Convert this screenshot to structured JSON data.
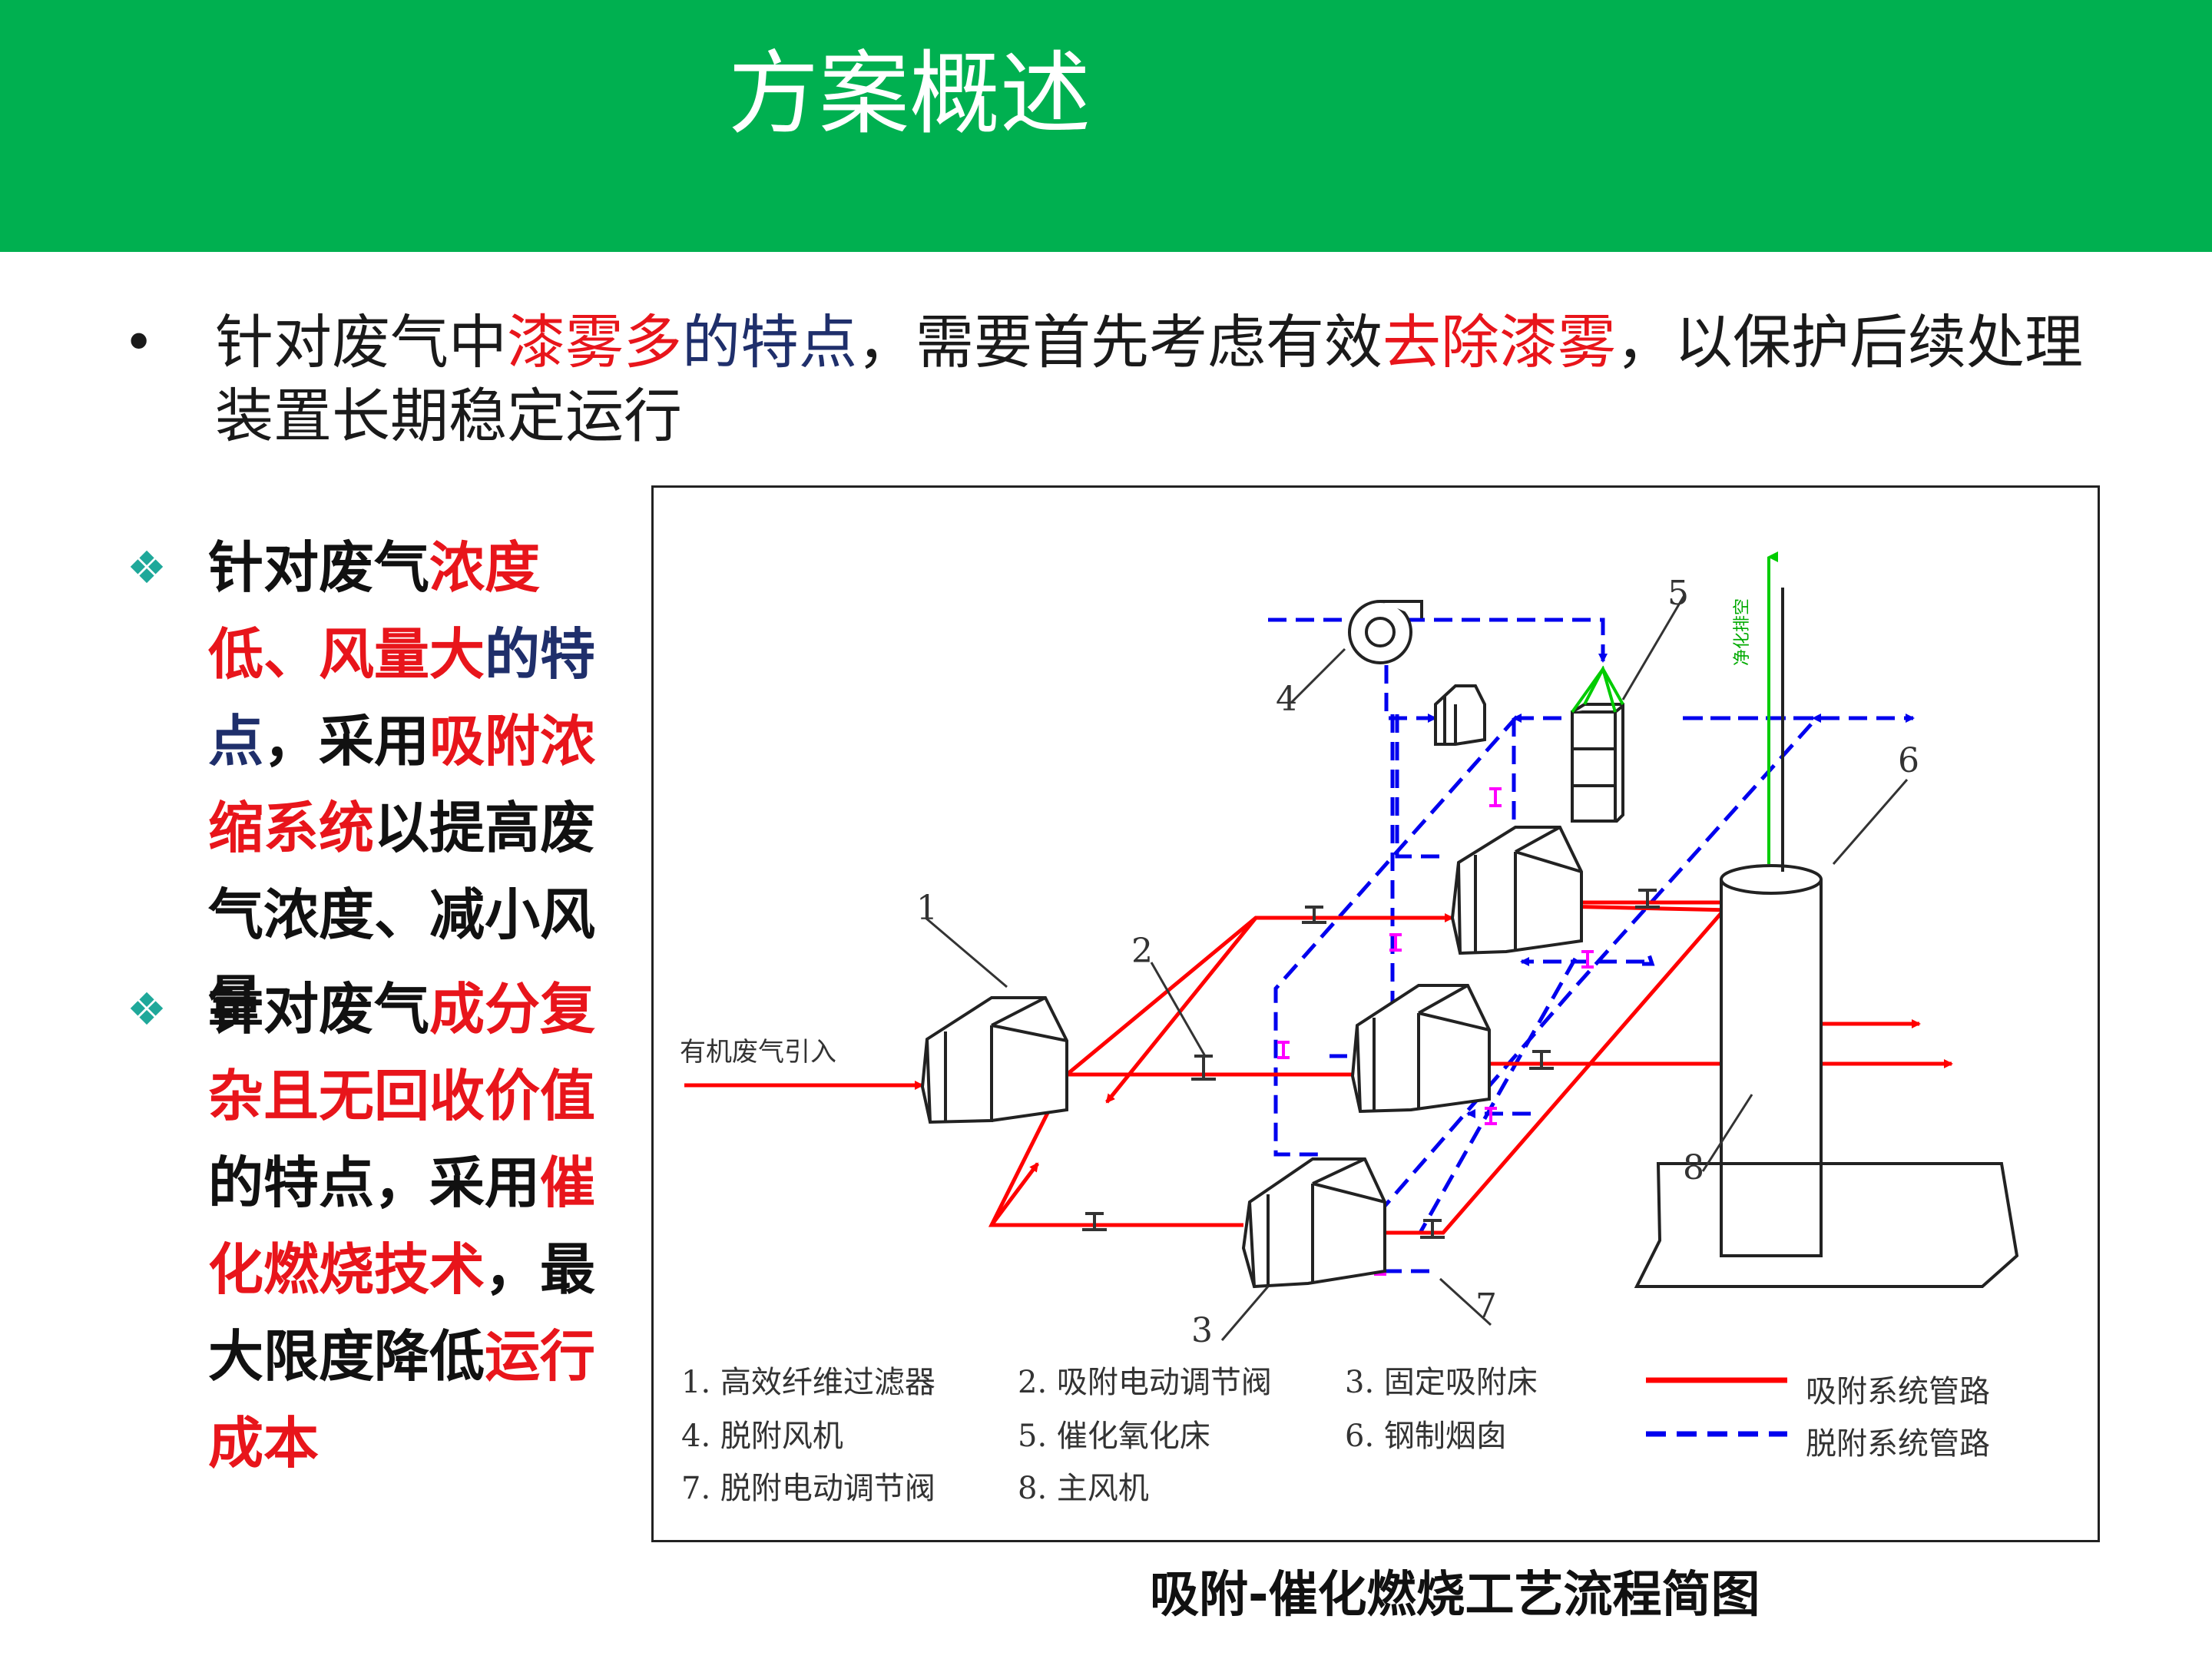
{
  "slide": {
    "title": "方案概述"
  },
  "intro": {
    "bullet": "•",
    "part1": "针对废气中",
    "part2": "漆雾多",
    "part3": "的特点",
    "part4": "，需要首先考虑有效",
    "part5": "去除漆雾",
    "part6": "，以保护后续处理装置长期稳定运行"
  },
  "bullets": [
    {
      "marker": "❖",
      "segments": [
        "针对废气",
        "浓度低、风量大",
        "的特点",
        "，采用",
        "吸附浓缩系统",
        "以提高废气浓度、减小风量"
      ]
    },
    {
      "marker": "❖",
      "segments": [
        "针对废气",
        "成分复杂且无回收价值",
        "的特点，采用",
        "催化燃烧技术",
        "，最大限度降低",
        "运行成本"
      ]
    }
  ],
  "diagram": {
    "inlet_label": "有机废气引入",
    "outlet_label": "净化排空",
    "callouts": [
      "1",
      "2",
      "3",
      "4",
      "5",
      "6",
      "7",
      "8"
    ],
    "legend_items": [
      "1. 高效纤维过滤器",
      "2. 吸附电动调节阀",
      "3. 固定吸附床",
      "4. 脱附风机",
      "5. 催化氧化床",
      "6. 钢制烟囱",
      "7. 脱附电动调节阀",
      "8. 主风机"
    ],
    "line_legend": {
      "solid": "吸附系统管路",
      "dashed": "脱附系统管路"
    },
    "colors": {
      "adsorption": "#ff0000",
      "desorption": "#0000ee",
      "catalyst": "#00cc00",
      "valve_marker": "#ff00ff"
    }
  },
  "caption": "吸附-催化燃烧工艺流程简图"
}
